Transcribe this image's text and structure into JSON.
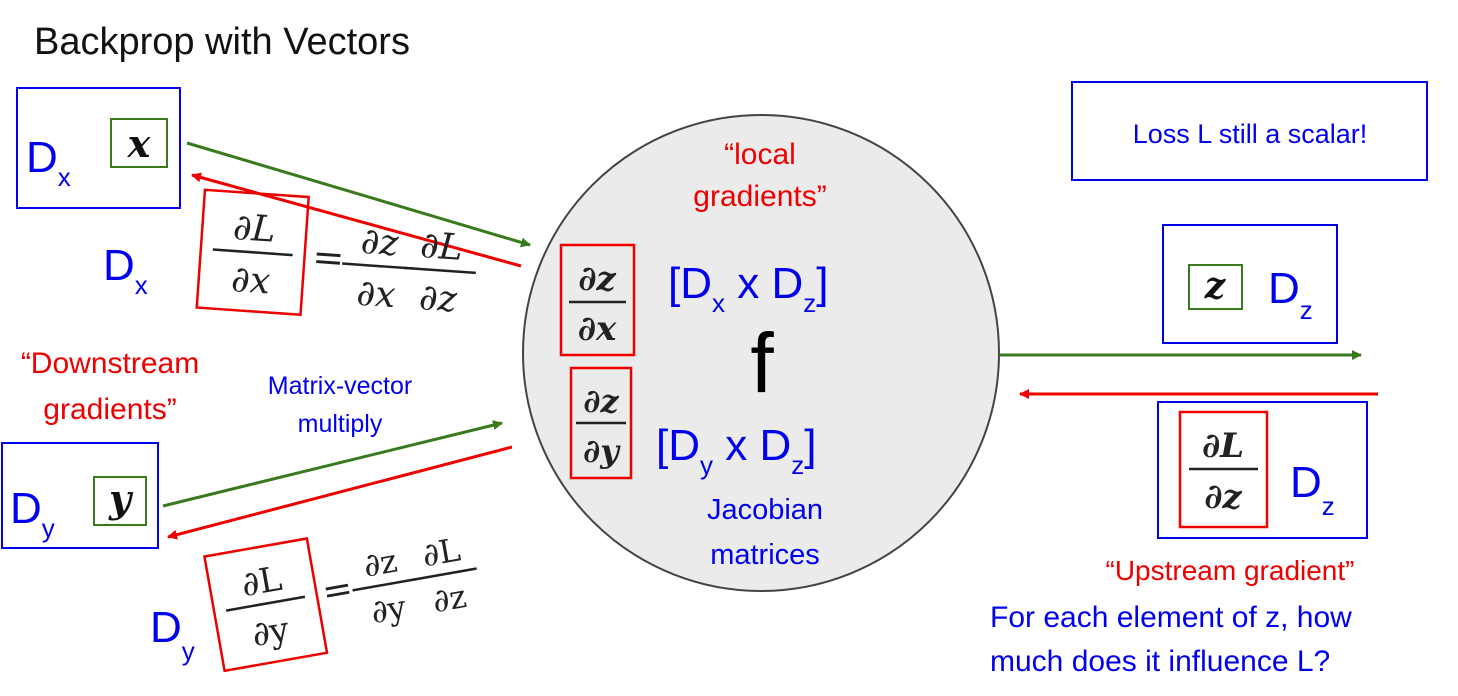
{
  "title": "Backprop with Vectors",
  "colors": {
    "blue": "#0000ee",
    "red": "#ee0000",
    "green": "#3a7a1e",
    "circle_fill": "#ebebeb",
    "text": "#111111"
  },
  "inputs": {
    "x": {
      "dim_base": "D",
      "dim_sub": "x",
      "var": "x"
    },
    "y": {
      "dim_base": "D",
      "dim_sub": "y",
      "var": "y"
    }
  },
  "grad_x": {
    "dim_base": "D",
    "dim_sub": "x",
    "lhs_num": "∂L",
    "lhs_den": "∂x",
    "eq": "=",
    "r1_num": "∂z",
    "r1_den": "∂x",
    "r2_num": "∂L",
    "r2_den": "∂z"
  },
  "grad_y": {
    "dim_base": "D",
    "dim_sub": "y",
    "lhs_num": "∂L",
    "lhs_den": "∂y",
    "eq": "=",
    "r1_num": "∂z",
    "r1_den": "∂y",
    "r2_num": "∂L",
    "r2_den": "∂z"
  },
  "downstream_label": [
    "“Downstream",
    "gradients”"
  ],
  "matvec_label": [
    "Matrix-vector",
    "multiply"
  ],
  "node": {
    "name": "f",
    "local_label": [
      "“local",
      "gradients”"
    ],
    "jac_x": {
      "num": "∂z",
      "den": "∂x",
      "dims": [
        "[D",
        "x",
        " x D",
        "z",
        "]"
      ]
    },
    "jac_y": {
      "num": "∂z",
      "den": "∂y",
      "dims": [
        "[D",
        "y",
        " x D",
        "z",
        "]"
      ]
    },
    "jacobian_label": [
      "Jacobian",
      "matrices"
    ]
  },
  "loss_note": "Loss L still a scalar!",
  "output": {
    "var": "z",
    "dim_base": "D",
    "dim_sub": "z"
  },
  "upstream": {
    "num": "∂L",
    "den": "∂z",
    "dim_base": "D",
    "dim_sub": "z"
  },
  "upstream_label": "“Upstream gradient”",
  "upstream_question": [
    "For each element of z, how",
    "much does it influence L?"
  ]
}
